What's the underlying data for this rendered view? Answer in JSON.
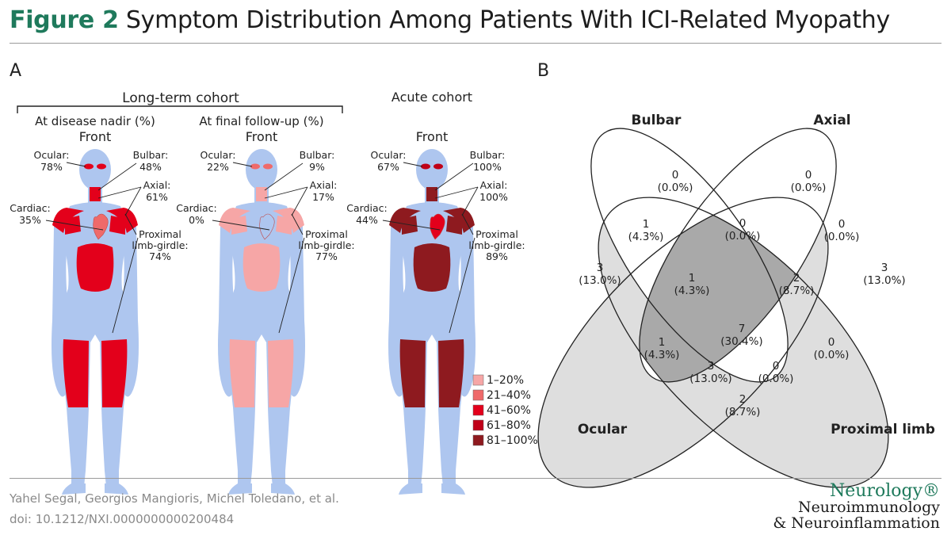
{
  "header": {
    "figure_label": "Figure 2",
    "title": "Symptom Distribution Among Patients With ICI-Related Myopathy"
  },
  "panel_a": {
    "label": "A",
    "long_term_cohort": "Long-term cohort",
    "acute_cohort": "Acute cohort",
    "figures": [
      {
        "heading": "At disease nadir (%)",
        "view": "Front",
        "ocular_label": "Ocular:",
        "ocular_value": "78%",
        "bulbar_label": "Bulbar:",
        "bulbar_value": "48%",
        "axial_label": "Axial:",
        "axial_value": "61%",
        "cardiac_label": "Cardiac:",
        "cardiac_value": "35%",
        "proximal_label_1": "Proximal",
        "proximal_label_2": "limb-girdle:",
        "proximal_value": "74%",
        "fills": {
          "ocular": "#e3001b",
          "bulbar": "#e3001b",
          "axial": "#e3001b",
          "cardiac": "#ef6a6a",
          "proximal": "#e3001b"
        }
      },
      {
        "heading": "At final follow-up (%)",
        "view": "Front",
        "ocular_label": "Ocular:",
        "ocular_value": "22%",
        "bulbar_label": "Bulbar:",
        "bulbar_value": "9%",
        "axial_label": "Axial:",
        "axial_value": "17%",
        "cardiac_label": "Cardiac:",
        "cardiac_value": "0%",
        "proximal_label_1": "Proximal",
        "proximal_label_2": "limb-girdle:",
        "proximal_value": "77%",
        "fills": {
          "ocular": "#ef6a6a",
          "bulbar": "#f6a6a6",
          "axial": "#f6a6a6",
          "cardiac": "none",
          "proximal": "#f6a6a6"
        }
      },
      {
        "heading": "",
        "view": "Front",
        "ocular_label": "Ocular:",
        "ocular_value": "67%",
        "bulbar_label": "Bulbar:",
        "bulbar_value": "100%",
        "axial_label": "Axial:",
        "axial_value": "100%",
        "cardiac_label": "Cardiac:",
        "cardiac_value": "44%",
        "proximal_label_1": "Proximal",
        "proximal_label_2": "limb-girdle:",
        "proximal_value": "89%",
        "fills": {
          "ocular": "#c00018",
          "bulbar": "#8e1a1f",
          "axial": "#8e1a1f",
          "cardiac": "#e3001b",
          "proximal": "#8e1a1f"
        }
      }
    ],
    "legend": [
      {
        "label": "1–20%",
        "color": "#f6a6a6"
      },
      {
        "label": "21–40%",
        "color": "#ef6a6a"
      },
      {
        "label": "41–60%",
        "color": "#e3001b"
      },
      {
        "label": "61–80%",
        "color": "#c00018"
      },
      {
        "label": "81–100%",
        "color": "#8e1a1f"
      }
    ],
    "body_color": "#aec6ef"
  },
  "panel_b": {
    "label": "B",
    "sets": {
      "bulbar": "Bulbar",
      "axial": "Axial",
      "ocular": "Ocular",
      "proximal": "Proximal limb"
    },
    "regions": {
      "bulbar_only": {
        "count": "0",
        "pct": "(0.0%)"
      },
      "axial_only": {
        "count": "0",
        "pct": "(0.0%)"
      },
      "ocular_only": {
        "count": "3",
        "pct": "(13.0%)"
      },
      "proximal_only": {
        "count": "3",
        "pct": "(13.0%)"
      },
      "ocular_bulbar": {
        "count": "1",
        "pct": "(4.3%)"
      },
      "bulbar_axial": {
        "count": "0",
        "pct": "(0.0%)"
      },
      "axial_proximal": {
        "count": "0",
        "pct": "(0.0%)"
      },
      "ocular_bulbar_axial": {
        "count": "1",
        "pct": "(4.3%)"
      },
      "bulbar_axial_proximal": {
        "count": "2",
        "pct": "(8.7%)"
      },
      "all_four": {
        "count": "7",
        "pct": "(30.4%)"
      },
      "ocular_axial": {
        "count": "1",
        "pct": "(4.3%)"
      },
      "bulbar_proximal": {
        "count": "0",
        "pct": "(0.0%)"
      },
      "ocular_axial_proximal": {
        "count": "3",
        "pct": "(13.0%)"
      },
      "ocular_bulbar_proximal": {
        "count": "0",
        "pct": "(0.0%)"
      },
      "ocular_proximal": {
        "count": "2",
        "pct": "(8.7%)"
      }
    }
  },
  "footer": {
    "authors": "Yahel Segal, Georgios Mangioris, Michel Toledano, et al.",
    "doi": "doi: 10.1212/NXI.0000000000200484",
    "journal_1": "Neurology®",
    "journal_2": "Neuroimmunology",
    "journal_3": "& Neuroinflammation"
  }
}
